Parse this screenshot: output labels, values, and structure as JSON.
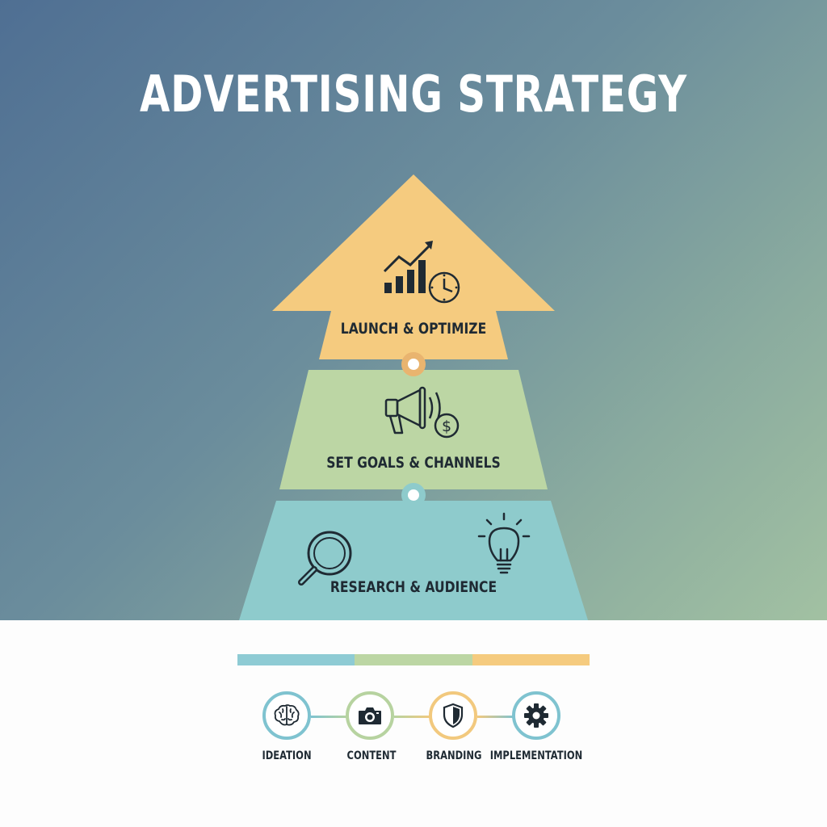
{
  "title": "ADVERTISING STRATEGY",
  "tiers": [
    {
      "label": "LAUNCH & OPTIMIZE",
      "color": "#f5cb7f",
      "icons": [
        "growth-chart-icon",
        "clock-icon"
      ]
    },
    {
      "label": "SET GOALS & CHANNELS",
      "color": "#bcd6a4",
      "icons": [
        "megaphone-icon",
        "dollar-coin-icon"
      ]
    },
    {
      "label": "RESEARCH & AUDIENCE",
      "color": "#8ecbcc",
      "icons": [
        "magnifier-icon",
        "lightbulb-icon"
      ]
    }
  ],
  "tier_connectors": [
    {
      "color": "#e9b46f"
    },
    {
      "color": "#8ecbcc"
    }
  ],
  "progress_colors": [
    "#8ecbd4",
    "#bcd6a4",
    "#f5cb7f"
  ],
  "steps": [
    {
      "label": "IDEATION",
      "icon": "brain-icon",
      "color": "#7fc3d0"
    },
    {
      "label": "CONTENT",
      "icon": "camera-icon",
      "color": "#b7d3a0"
    },
    {
      "label": "BRANDING",
      "icon": "shield-icon",
      "color": "#f2c97e"
    },
    {
      "label": "IMPLEMENTATION",
      "icon": "gear-icon",
      "color": "#7fc3d0"
    }
  ]
}
